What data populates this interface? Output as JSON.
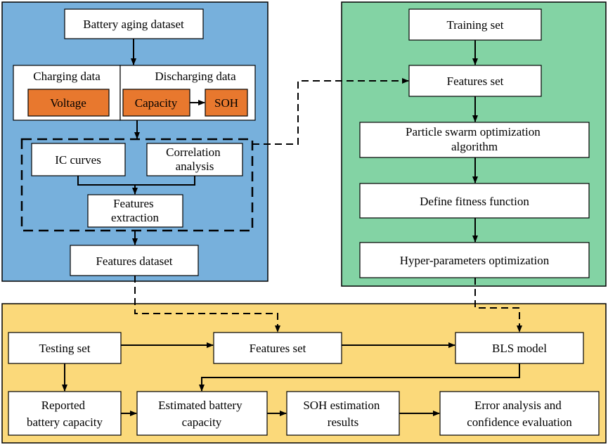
{
  "colors": {
    "panel_blue": "#77b0dc",
    "panel_green": "#83d3a4",
    "panel_yellow": "#fbd97a",
    "orange_box": "#e8782e"
  },
  "panels": {
    "left": {
      "name": "feature-extraction-panel"
    },
    "right": {
      "name": "pso-optimization-panel"
    },
    "bottom": {
      "name": "estimation-panel"
    }
  },
  "nodes": {
    "battery_aging_dataset": "Battery aging dataset",
    "charging_data": "Charging data",
    "discharging_data": "Discharging data",
    "voltage": "Voltage",
    "capacity": "Capacity",
    "soh": "SOH",
    "ic_curves": "IC curves",
    "correlation_analysis": [
      "Correlation",
      "analysis"
    ],
    "features_extraction": [
      "Features",
      "extraction"
    ],
    "features_dataset": "Features dataset",
    "training_set": "Training set",
    "features_set_top": "Features set",
    "pso_algorithm": [
      "Particle swarm optimization",
      "algorithm"
    ],
    "define_fitness": "Define fitness function",
    "hyper_params": "Hyper-parameters optimization",
    "testing_set": "Testing set",
    "features_set_bottom": "Features set",
    "bls_model": "BLS model",
    "reported_capacity": [
      "Reported",
      "battery capacity"
    ],
    "estimated_capacity": [
      "Estimated battery",
      "capacity"
    ],
    "soh_results": [
      "SOH estimation",
      "results"
    ],
    "error_analysis": [
      "Error analysis and",
      "confidence evaluation"
    ]
  }
}
